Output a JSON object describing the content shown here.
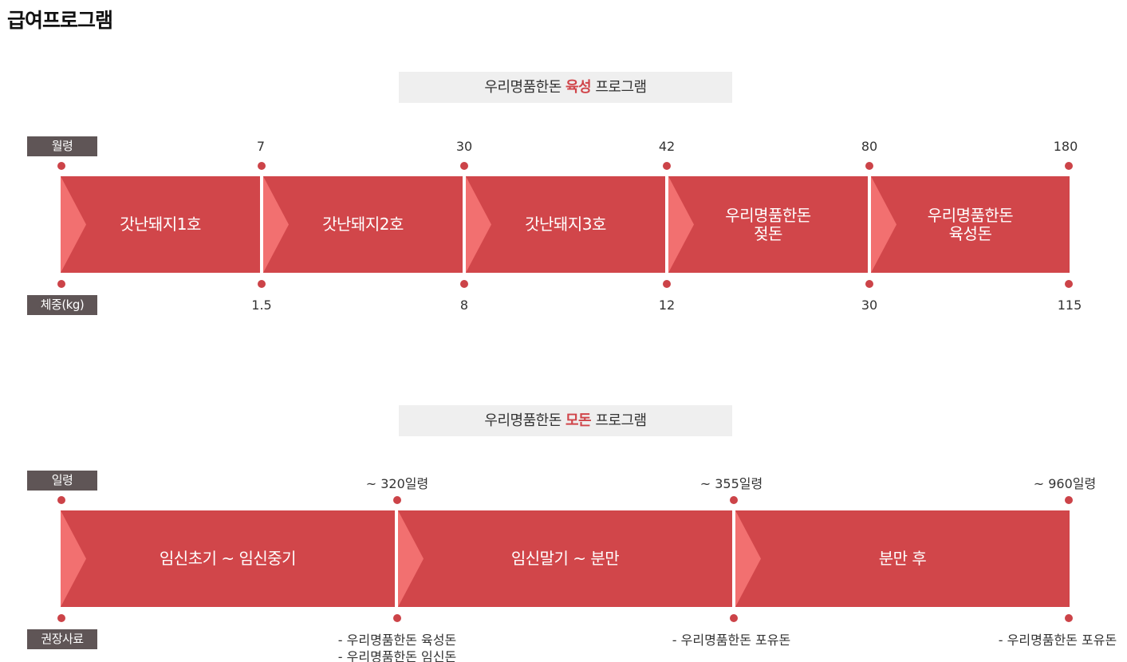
{
  "page_title": "급여프로그램",
  "sections": [
    {
      "title_pre": "우리명품한돈 ",
      "title_highlight": "육성",
      "title_post": " 프로그램",
      "top_label": "월령",
      "bottom_label": "체중(kg)",
      "top_ticks": [
        "7",
        "30",
        "42",
        "80",
        "180"
      ],
      "bottom_ticks": [
        "1.5",
        "8",
        "12",
        "30",
        "115"
      ],
      "stages": [
        "갓난돼지1호",
        "갓난돼지2호",
        "갓난돼지3호",
        "우리명품한돈\n젖돈",
        "우리명품한돈\n육성돈"
      ]
    },
    {
      "title_pre": "우리명품한돈 ",
      "title_highlight": "모돈",
      "title_post": " 프로그램",
      "top_label": "일령",
      "bottom_label": "권장사료",
      "top_ticks": [
        "~ 320일령",
        "~ 355일령",
        "~ 960일령"
      ],
      "bottom_ticks": [
        "- 우리명품한돈 육성돈\n- 우리명품한돈 임신돈",
        "- 우리명품한돈 포유돈",
        "- 우리명품한돈 포유돈"
      ],
      "stages": [
        "임신초기 ~ 임신중기",
        "임신말기 ~ 분만",
        "분만 후"
      ]
    }
  ],
  "colors": {
    "band": "#d1464a",
    "chevron": "#f27070",
    "highlight": "#d0454a",
    "label_bg": "#5f5556",
    "dot": "#cc4348"
  }
}
